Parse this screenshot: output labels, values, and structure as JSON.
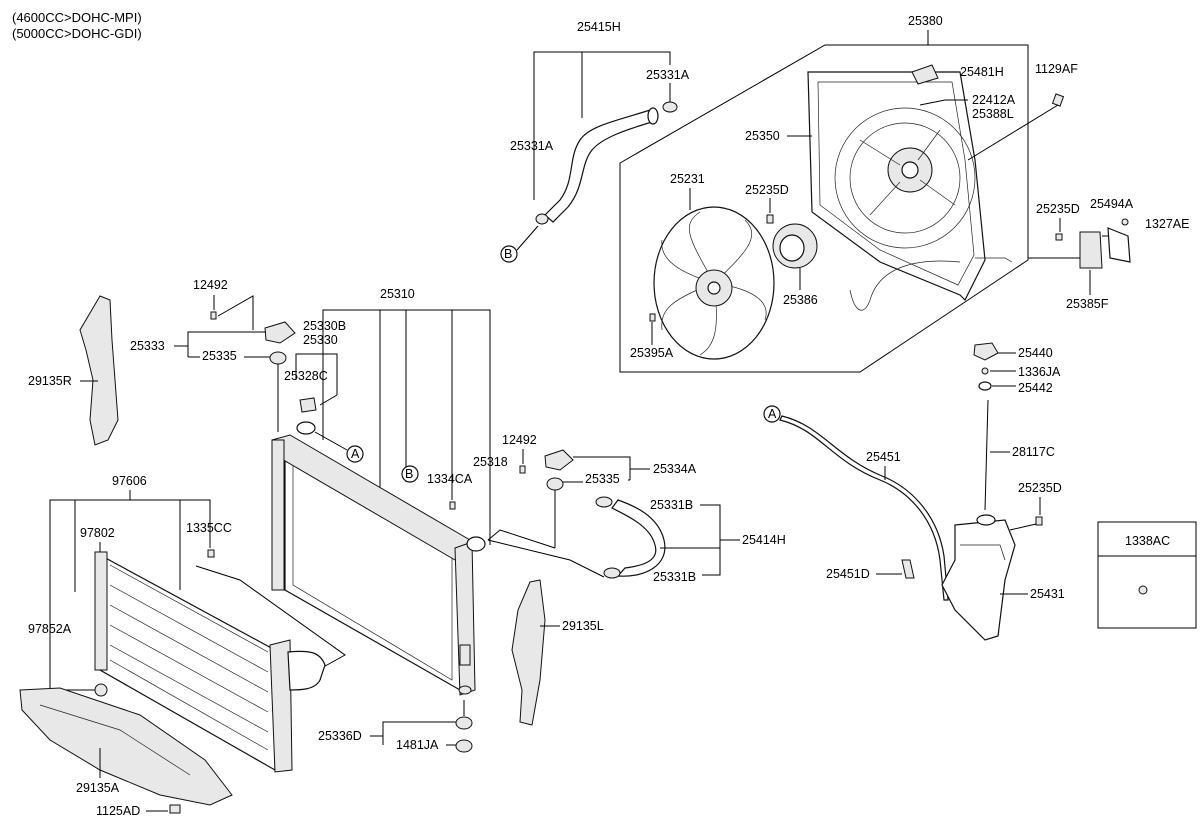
{
  "header": {
    "line1": "(4600CC>DOHC-MPI)",
    "line2": "(5000CC>DOHC-GDI)"
  },
  "callouts": {
    "A": "A",
    "B": "B"
  },
  "inset_box": {
    "label": "1338AC"
  },
  "labels": {
    "p25415H": "25415H",
    "p25331A_top": "25331A",
    "p25331A_left": "25331A",
    "p25380": "25380",
    "p25481H": "25481H",
    "p1129AF": "1129AF",
    "p22412A": "22412A",
    "p25388L": "25388L",
    "p25350": "25350",
    "p25231": "25231",
    "p25235D_fan": "25235D",
    "p25235D_right": "25235D",
    "p25494A": "25494A",
    "p1327AE": "1327AE",
    "p25386": "25386",
    "p25385F": "25385F",
    "p25395A": "25395A",
    "p12492_top": "12492",
    "p25333": "25333",
    "p25335_top": "25335",
    "p25330B": "25330B",
    "p25330": "25330",
    "p25328C": "25328C",
    "p29135R": "29135R",
    "p25310": "25310",
    "p12492_mid": "12492",
    "p25334A": "25334A",
    "p25335_mid": "25335",
    "p1334CA": "1334CA",
    "p25318": "25318",
    "p25331B_top": "25331B",
    "p25331B_bot": "25331B",
    "p25414H": "25414H",
    "p29135L": "29135L",
    "p97606": "97606",
    "p97802": "97802",
    "p1335CC": "1335CC",
    "p97852A": "97852A",
    "p25336D": "25336D",
    "p1481JA": "1481JA",
    "p29135A": "29135A",
    "p1125AD": "1125AD",
    "p25440": "25440",
    "p1336JA": "1336JA",
    "p25442": "25442",
    "p25451": "25451",
    "p28117C": "28117C",
    "p25235D_res": "25235D",
    "p25451D": "25451D",
    "p25431": "25431"
  }
}
